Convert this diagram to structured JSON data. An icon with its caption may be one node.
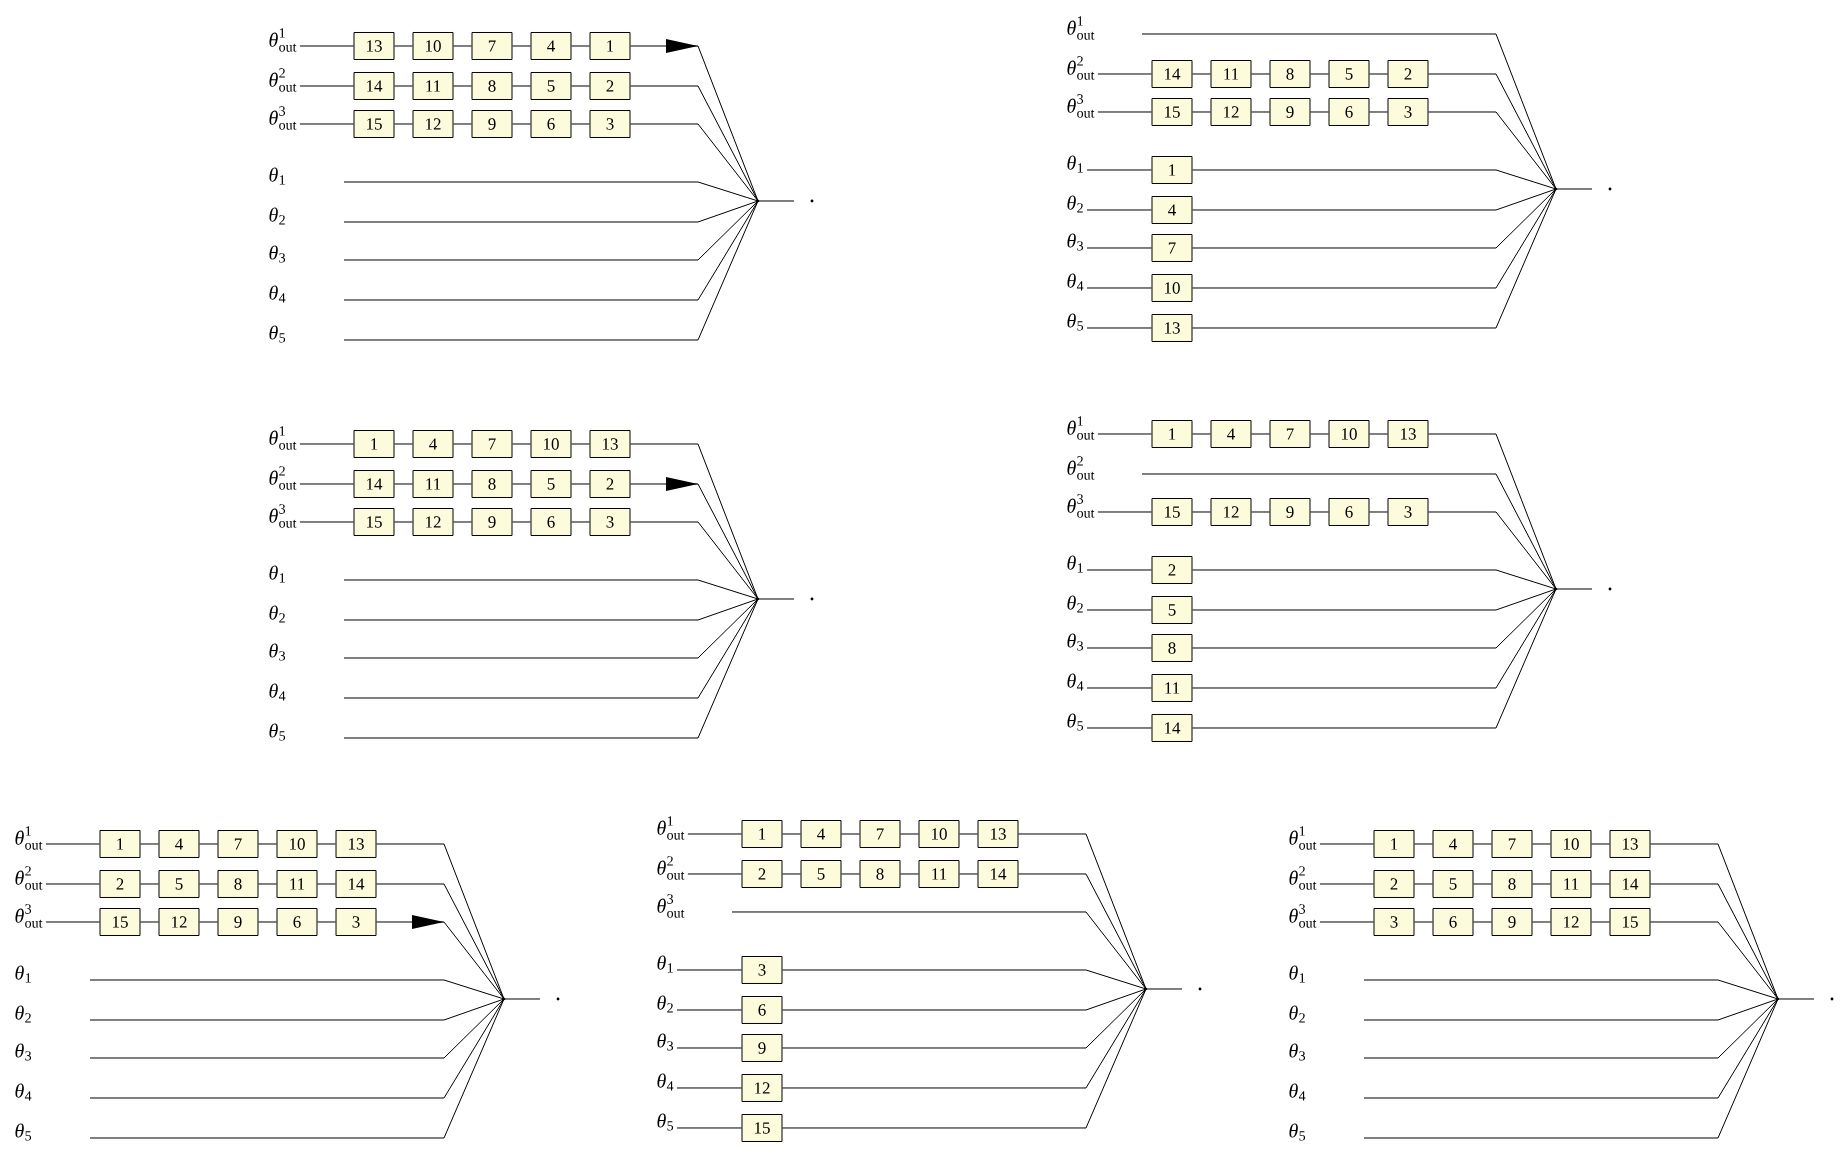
{
  "diagram": {
    "nodes": [
      {
        "text": [
          "\\theta^{1}_{\\mathrm{out}}"
        ]
      },
      {
        "text": [
          "13"
        ]
      },
      {
        "text": [
          "10"
        ]
      },
      {
        "text": [
          "7"
        ]
      },
      {
        "text": [
          "4"
        ]
      },
      {
        "text": [
          "1"
        ]
      },
      {
        "text": [
          "\\theta^{2}_{\\mathrm{out}}"
        ]
      },
      {
        "text": [
          "14"
        ]
      },
      {
        "text": [
          "11"
        ]
      },
      {
        "text": [
          "8"
        ]
      },
      {
        "text": [
          "5"
        ]
      },
      {
        "text": [
          "2"
        ]
      },
      {
        "text": [
          "\\theta^{3}_{\\mathrm{out}}"
        ]
      },
      {
        "text": [
          "15"
        ]
      },
      {
        "text": [
          "12"
        ]
      },
      {
        "text": [
          "9"
        ]
      },
      {
        "text": [
          "6"
        ]
      },
      {
        "text": [
          "3"
        ]
      },
      {
        "text": [
          "\\theta_{1}"
        ]
      },
      {
        "text": [
          "\\theta_{2}"
        ]
      },
      {
        "text": [
          "\\theta_{3}"
        ]
      },
      {
        "text": [
          "\\theta_{4}"
        ]
      },
      {
        "text": [
          "\\theta_{5}"
        ]
      },
      {
        "text": [],
        "shape": "point"
      },
      {
        "text": [
          "\\theta^{1}_{\\mathrm{out}}"
        ]
      },
      {
        "text": [
          "\\theta^{2}_{\\mathrm{out}}"
        ]
      },
      {
        "text": [
          "14"
        ]
      },
      {
        "text": [
          "11"
        ]
      },
      {
        "text": [
          "8"
        ]
      },
      {
        "text": [
          "5"
        ]
      },
      {
        "text": [
          "2"
        ]
      },
      {
        "text": [
          "\\theta^{3}_{\\mathrm{out}}"
        ]
      },
      {
        "text": [
          "15"
        ]
      },
      {
        "text": [
          "12"
        ]
      },
      {
        "text": [
          "9"
        ]
      },
      {
        "text": [
          "6"
        ]
      },
      {
        "text": [
          "3"
        ]
      },
      {
        "text": [
          "\\theta_{1}"
        ]
      },
      {
        "text": [
          "1"
        ]
      },
      {
        "text": [
          "\\theta_{2}"
        ]
      },
      {
        "text": [
          "4"
        ]
      },
      {
        "text": [
          "\\theta_{3}"
        ]
      },
      {
        "text": [
          "7"
        ]
      },
      {
        "text": [
          "\\theta_{4}"
        ]
      },
      {
        "text": [
          "10"
        ]
      },
      {
        "text": [
          "\\theta_{5}"
        ]
      },
      {
        "text": [
          "13"
        ]
      },
      {
        "text": [],
        "shape": "point"
      },
      {
        "text": [
          "\\theta^{1}_{\\mathrm{out}}"
        ]
      },
      {
        "text": [
          "1"
        ]
      },
      {
        "text": [
          "4"
        ]
      },
      {
        "text": [
          "7"
        ]
      },
      {
        "text": [
          "10"
        ]
      },
      {
        "text": [
          "13"
        ]
      },
      {
        "text": [
          "\\theta^{2}_{\\mathrm{out}}"
        ]
      },
      {
        "text": [
          "14"
        ]
      },
      {
        "text": [
          "11"
        ]
      },
      {
        "text": [
          "8"
        ]
      },
      {
        "text": [
          "5"
        ]
      },
      {
        "text": [
          "2"
        ]
      },
      {
        "text": [
          "\\theta^{3}_{\\mathrm{out}}"
        ]
      },
      {
        "text": [
          "15"
        ]
      },
      {
        "text": [
          "12"
        ]
      },
      {
        "text": [
          "9"
        ]
      },
      {
        "text": [
          "6"
        ]
      },
      {
        "text": [
          "3"
        ]
      },
      {
        "text": [
          "\\theta_{1}"
        ]
      },
      {
        "text": [
          "\\theta_{2}"
        ]
      },
      {
        "text": [
          "\\theta_{3}"
        ]
      },
      {
        "text": [
          "\\theta_{4}"
        ]
      },
      {
        "text": [
          "\\theta_{5}"
        ]
      },
      {
        "text": [],
        "shape": "point"
      },
      {
        "text": [
          "\\theta^{1}_{\\mathrm{out}}"
        ]
      },
      {
        "text": [
          "1"
        ]
      },
      {
        "text": [
          "4"
        ]
      },
      {
        "text": [
          "7"
        ]
      },
      {
        "text": [
          "10"
        ]
      },
      {
        "text": [
          "13"
        ]
      },
      {
        "text": [
          "\\theta^{2}_{\\mathrm{out}}"
        ]
      },
      {
        "text": [
          "\\theta^{3}_{\\mathrm{out}}"
        ]
      },
      {
        "text": [
          "15"
        ]
      },
      {
        "text": [
          "12"
        ]
      },
      {
        "text": [
          "9"
        ]
      },
      {
        "text": [
          "6"
        ]
      },
      {
        "text": [
          "3"
        ]
      },
      {
        "text": [
          "\\theta_{1}"
        ]
      },
      {
        "text": [
          "2"
        ]
      },
      {
        "text": [
          "\\theta_{2}"
        ]
      },
      {
        "text": [
          "5"
        ]
      },
      {
        "text": [
          "\\theta_{3}"
        ]
      },
      {
        "text": [
          "8"
        ]
      },
      {
        "text": [
          "\\theta_{4}"
        ]
      },
      {
        "text": [
          "11"
        ]
      },
      {
        "text": [
          "\\theta_{5}"
        ]
      },
      {
        "text": [
          "14"
        ]
      },
      {
        "text": [],
        "shape": "point"
      },
      {
        "text": [
          "\\theta^{1}_{\\mathrm{out}}"
        ]
      },
      {
        "text": [
          "1"
        ]
      },
      {
        "text": [
          "4"
        ]
      },
      {
        "text": [
          "7"
        ]
      },
      {
        "text": [
          "10"
        ]
      },
      {
        "text": [
          "13"
        ]
      },
      {
        "text": [
          "\\theta^{2}_{\\mathrm{out}}"
        ]
      },
      {
        "text": [
          "2"
        ]
      },
      {
        "text": [
          "5"
        ]
      },
      {
        "text": [
          "8"
        ]
      },
      {
        "text": [
          "11"
        ]
      },
      {
        "text": [
          "14"
        ]
      },
      {
        "text": [
          "\\theta^{3}_{\\mathrm{out}}"
        ]
      },
      {
        "text": [
          "15"
        ]
      },
      {
        "text": [
          "12"
        ]
      },
      {
        "text": [
          "9"
        ]
      },
      {
        "text": [
          "6"
        ]
      },
      {
        "text": [
          "3"
        ]
      },
      {
        "text": [
          "\\theta_{1}"
        ]
      },
      {
        "text": [
          "\\theta_{2}"
        ]
      },
      {
        "text": [
          "\\theta_{3}"
        ]
      },
      {
        "text": [
          "\\theta_{4}"
        ]
      },
      {
        "text": [
          "\\theta_{5}"
        ]
      },
      {
        "text": [],
        "shape": "point"
      },
      {
        "text": [
          "\\theta^{1}_{\\mathrm{out}}"
        ]
      },
      {
        "text": [
          "1"
        ]
      },
      {
        "text": [
          "4"
        ]
      },
      {
        "text": [
          "7"
        ]
      },
      {
        "text": [
          "10"
        ]
      },
      {
        "text": [
          "13"
        ]
      },
      {
        "text": [
          "\\theta^{2}_{\\mathrm{out}}"
        ]
      },
      {
        "text": [
          "2"
        ]
      },
      {
        "text": [
          "5"
        ]
      },
      {
        "text": [
          "8"
        ]
      },
      {
        "text": [
          "11"
        ]
      },
      {
        "text": [
          "14"
        ]
      },
      {
        "text": [
          "\\theta^{3}_{\\mathrm{out}}"
        ]
      },
      {
        "text": [
          "\\theta_{1}"
        ]
      },
      {
        "text": [
          "3"
        ]
      },
      {
        "text": [
          "\\theta_{2}"
        ]
      },
      {
        "text": [
          "6"
        ]
      },
      {
        "text": [
          "\\theta_{3}"
        ]
      },
      {
        "text": [
          "9"
        ]
      },
      {
        "text": [
          "\\theta_{4}"
        ]
      },
      {
        "text": [
          "12"
        ]
      },
      {
        "text": [
          "\\theta_{5}"
        ]
      },
      {
        "text": [
          "15"
        ]
      },
      {
        "text": [],
        "shape": "point"
      },
      {
        "text": [
          "\\theta^{1}_{\\mathrm{out}}"
        ]
      },
      {
        "text": [
          "1"
        ]
      },
      {
        "text": [
          "4"
        ]
      },
      {
        "text": [
          "7"
        ]
      },
      {
        "text": [
          "10"
        ]
      },
      {
        "text": [
          "13"
        ]
      },
      {
        "text": [
          "\\theta^{2}_{\\mathrm{out}}"
        ]
      },
      {
        "text": [
          "2"
        ]
      },
      {
        "text": [
          "5"
        ]
      },
      {
        "text": [
          "8"
        ]
      },
      {
        "text": [
          "11"
        ]
      },
      {
        "text": [
          "14"
        ]
      },
      {
        "text": [
          "\\theta^{3}_{\\mathrm{out}}"
        ]
      },
      {
        "text": [
          "3"
        ]
      },
      {
        "text": [
          "6"
        ]
      },
      {
        "text": [
          "9"
        ]
      },
      {
        "text": [
          "12"
        ]
      },
      {
        "text": [
          "15"
        ]
      },
      {
        "text": [
          "\\theta_{1}"
        ]
      },
      {
        "text": [
          "\\theta_{2}"
        ]
      },
      {
        "text": [
          "\\theta_{3}"
        ]
      },
      {
        "text": [
          "\\theta_{4}"
        ]
      },
      {
        "text": [
          "\\theta_{5}"
        ]
      },
      {
        "text": [],
        "shape": "point"
      }
    ],
    "edges": [
      {
        "from": 0,
        "to": 1,
        "arrow": "none"
      },
      {
        "from": 1,
        "to": 2,
        "arrow": "none"
      },
      {
        "from": 2,
        "to": 3,
        "arrow": "none"
      },
      {
        "from": 3,
        "to": 4,
        "arrow": "none"
      },
      {
        "from": 4,
        "to": 5,
        "arrow": "none"
      },
      {
        "from": 5,
        "to": 23,
        "arrow": "to"
      },
      {
        "from": 6,
        "to": 7,
        "arrow": "none"
      },
      {
        "from": 7,
        "to": 8,
        "arrow": "none"
      },
      {
        "from": 8,
        "to": 9,
        "arrow": "none"
      },
      {
        "from": 9,
        "to": 10,
        "arrow": "none"
      },
      {
        "from": 10,
        "to": 11,
        "arrow": "none"
      },
      {
        "from": 11,
        "to": 23,
        "arrow": "none"
      },
      {
        "from": 12,
        "to": 13,
        "arrow": "none"
      },
      {
        "from": 13,
        "to": 14,
        "arrow": "none"
      },
      {
        "from": 14,
        "to": 15,
        "arrow": "none"
      },
      {
        "from": 15,
        "to": 16,
        "arrow": "none"
      },
      {
        "from": 16,
        "to": 17,
        "arrow": "none"
      },
      {
        "from": 17,
        "to": 23,
        "arrow": "none"
      },
      {
        "from": 18,
        "to": 23,
        "arrow": "none"
      },
      {
        "from": 19,
        "to": 23,
        "arrow": "none"
      },
      {
        "from": 20,
        "to": 23,
        "arrow": "none"
      },
      {
        "from": 21,
        "to": 23,
        "arrow": "none"
      },
      {
        "from": 22,
        "to": 23,
        "arrow": "none"
      },
      {
        "from": 23,
        "to": null,
        "arrow": "none"
      },
      {
        "from": 24,
        "to": 47,
        "arrow": "none"
      },
      {
        "from": 25,
        "to": 26,
        "arrow": "none"
      },
      {
        "from": 26,
        "to": 27,
        "arrow": "none"
      },
      {
        "from": 27,
        "to": 28,
        "arrow": "none"
      },
      {
        "from": 28,
        "to": 29,
        "arrow": "none"
      },
      {
        "from": 29,
        "to": 30,
        "arrow": "none"
      },
      {
        "from": 30,
        "to": 47,
        "arrow": "none"
      },
      {
        "from": 31,
        "to": 32,
        "arrow": "none"
      },
      {
        "from": 32,
        "to": 33,
        "arrow": "none"
      },
      {
        "from": 33,
        "to": 34,
        "arrow": "none"
      },
      {
        "from": 34,
        "to": 35,
        "arrow": "none"
      },
      {
        "from": 35,
        "to": 36,
        "arrow": "none"
      },
      {
        "from": 36,
        "to": 47,
        "arrow": "none"
      },
      {
        "from": 37,
        "to": 38,
        "arrow": "none"
      },
      {
        "from": 38,
        "to": 47,
        "arrow": "none"
      },
      {
        "from": 39,
        "to": 40,
        "arrow": "none"
      },
      {
        "from": 40,
        "to": 47,
        "arrow": "none"
      },
      {
        "from": 41,
        "to": 42,
        "arrow": "none"
      },
      {
        "from": 42,
        "to": 47,
        "arrow": "none"
      },
      {
        "from": 43,
        "to": 44,
        "arrow": "none"
      },
      {
        "from": 44,
        "to": 47,
        "arrow": "none"
      },
      {
        "from": 45,
        "to": 46,
        "arrow": "none"
      },
      {
        "from": 46,
        "to": 47,
        "arrow": "none"
      },
      {
        "from": 47,
        "to": null,
        "arrow": "none"
      },
      {
        "from": 48,
        "to": 49,
        "arrow": "none"
      },
      {
        "from": 49,
        "to": 50,
        "arrow": "none"
      },
      {
        "from": 50,
        "to": 51,
        "arrow": "none"
      },
      {
        "from": 51,
        "to": 52,
        "arrow": "none"
      },
      {
        "from": 52,
        "to": 53,
        "arrow": "none"
      },
      {
        "from": 53,
        "to": 71,
        "arrow": "none"
      },
      {
        "from": 54,
        "to": 55,
        "arrow": "none"
      },
      {
        "from": 55,
        "to": 56,
        "arrow": "none"
      },
      {
        "from": 56,
        "to": 57,
        "arrow": "none"
      },
      {
        "from": 57,
        "to": 58,
        "arrow": "none"
      },
      {
        "from": 58,
        "to": 59,
        "arrow": "none"
      },
      {
        "from": 59,
        "to": 71,
        "arrow": "to"
      },
      {
        "from": 60,
        "to": 61,
        "arrow": "none"
      },
      {
        "from": 61,
        "to": 62,
        "arrow": "none"
      },
      {
        "from": 62,
        "to": 63,
        "arrow": "none"
      },
      {
        "from": 63,
        "to": 64,
        "arrow": "none"
      },
      {
        "from": 64,
        "to": 65,
        "arrow": "none"
      },
      {
        "from": 65,
        "to": 71,
        "arrow": "none"
      },
      {
        "from": 66,
        "to": 71,
        "arrow": "none"
      },
      {
        "from": 67,
        "to": 71,
        "arrow": "none"
      },
      {
        "from": 68,
        "to": 71,
        "arrow": "none"
      },
      {
        "from": 69,
        "to": 71,
        "arrow": "none"
      },
      {
        "from": 70,
        "to": 71,
        "arrow": "none"
      },
      {
        "from": 71,
        "to": null,
        "arrow": "none"
      },
      {
        "from": 72,
        "to": 73,
        "arrow": "none"
      },
      {
        "from": 73,
        "to": 74,
        "arrow": "none"
      },
      {
        "from": 74,
        "to": 75,
        "arrow": "none"
      },
      {
        "from": 75,
        "to": 76,
        "arrow": "none"
      },
      {
        "from": 76,
        "to": 77,
        "arrow": "none"
      },
      {
        "from": 77,
        "to": 95,
        "arrow": "none"
      },
      {
        "from": 78,
        "to": 95,
        "arrow": "none"
      },
      {
        "from": 79,
        "to": 80,
        "arrow": "none"
      },
      {
        "from": 80,
        "to": 81,
        "arrow": "none"
      },
      {
        "from": 81,
        "to": 82,
        "arrow": "none"
      },
      {
        "from": 82,
        "to": 83,
        "arrow": "none"
      },
      {
        "from": 83,
        "to": 84,
        "arrow": "none"
      },
      {
        "from": 84,
        "to": 95,
        "arrow": "none"
      },
      {
        "from": 85,
        "to": 86,
        "arrow": "none"
      },
      {
        "from": 86,
        "to": 95,
        "arrow": "none"
      },
      {
        "from": 87,
        "to": 88,
        "arrow": "none"
      },
      {
        "from": 88,
        "to": 95,
        "arrow": "none"
      },
      {
        "from": 89,
        "to": 90,
        "arrow": "none"
      },
      {
        "from": 90,
        "to": 95,
        "arrow": "none"
      },
      {
        "from": 91,
        "to": 92,
        "arrow": "none"
      },
      {
        "from": 92,
        "to": 95,
        "arrow": "none"
      },
      {
        "from": 93,
        "to": 94,
        "arrow": "none"
      },
      {
        "from": 94,
        "to": 95,
        "arrow": "none"
      },
      {
        "from": 95,
        "to": null,
        "arrow": "none"
      },
      {
        "from": 96,
        "to": 97,
        "arrow": "none"
      },
      {
        "from": 97,
        "to": 98,
        "arrow": "none"
      },
      {
        "from": 98,
        "to": 99,
        "arrow": "none"
      },
      {
        "from": 99,
        "to": 100,
        "arrow": "none"
      },
      {
        "from": 100,
        "to": 101,
        "arrow": "none"
      },
      {
        "from": 101,
        "to": 119,
        "arrow": "none"
      },
      {
        "from": 102,
        "to": 103,
        "arrow": "none"
      },
      {
        "from": 103,
        "to": 104,
        "arrow": "none"
      },
      {
        "from": 104,
        "to": 105,
        "arrow": "none"
      },
      {
        "from": 105,
        "to": 106,
        "arrow": "none"
      },
      {
        "from": 106,
        "to": 107,
        "arrow": "none"
      },
      {
        "from": 107,
        "to": 119,
        "arrow": "none"
      },
      {
        "from": 108,
        "to": 109,
        "arrow": "none"
      },
      {
        "from": 109,
        "to": 110,
        "arrow": "none"
      },
      {
        "from": 110,
        "to": 111,
        "arrow": "none"
      },
      {
        "from": 111,
        "to": 112,
        "arrow": "none"
      },
      {
        "from": 112,
        "to": 113,
        "arrow": "none"
      },
      {
        "from": 113,
        "to": 119,
        "arrow": "to"
      },
      {
        "from": 114,
        "to": 119,
        "arrow": "none"
      },
      {
        "from": 115,
        "to": 119,
        "arrow": "none"
      },
      {
        "from": 116,
        "to": 119,
        "arrow": "none"
      },
      {
        "from": 117,
        "to": 119,
        "arrow": "none"
      },
      {
        "from": 118,
        "to": 119,
        "arrow": "none"
      },
      {
        "from": 119,
        "to": null,
        "arrow": "none"
      },
      {
        "from": 120,
        "to": 121,
        "arrow": "none"
      },
      {
        "from": 121,
        "to": 122,
        "arrow": "none"
      },
      {
        "from": 122,
        "to": 123,
        "arrow": "none"
      },
      {
        "from": 123,
        "to": 124,
        "arrow": "none"
      },
      {
        "from": 124,
        "to": 125,
        "arrow": "none"
      },
      {
        "from": 125,
        "to": 143,
        "arrow": "none"
      },
      {
        "from": 126,
        "to": 127,
        "arrow": "none"
      },
      {
        "from": 127,
        "to": 128,
        "arrow": "none"
      },
      {
        "from": 128,
        "to": 129,
        "arrow": "none"
      },
      {
        "from": 129,
        "to": 130,
        "arrow": "none"
      },
      {
        "from": 130,
        "to": 131,
        "arrow": "none"
      },
      {
        "from": 131,
        "to": 143,
        "arrow": "none"
      },
      {
        "from": 132,
        "to": 143,
        "arrow": "none"
      },
      {
        "from": 133,
        "to": 134,
        "arrow": "none"
      },
      {
        "from": 134,
        "to": 143,
        "arrow": "none"
      },
      {
        "from": 135,
        "to": 136,
        "arrow": "none"
      },
      {
        "from": 136,
        "to": 143,
        "arrow": "none"
      },
      {
        "from": 137,
        "to": 138,
        "arrow": "none"
      },
      {
        "from": 138,
        "to": 143,
        "arrow": "none"
      },
      {
        "from": 139,
        "to": 140,
        "arrow": "none"
      },
      {
        "from": 140,
        "to": 143,
        "arrow": "none"
      },
      {
        "from": 141,
        "to": 142,
        "arrow": "none"
      },
      {
        "from": 142,
        "to": 143,
        "arrow": "none"
      },
      {
        "from": 143,
        "to": null,
        "arrow": "none"
      },
      {
        "from": 144,
        "to": 145,
        "arrow": "none"
      },
      {
        "from": 145,
        "to": 146,
        "arrow": "none"
      },
      {
        "from": 146,
        "to": 147,
        "arrow": "none"
      },
      {
        "from": 147,
        "to": 148,
        "arrow": "none"
      },
      {
        "from": 148,
        "to": 149,
        "arrow": "none"
      },
      {
        "from": 149,
        "to": 167,
        "arrow": "none"
      },
      {
        "from": 150,
        "to": 151,
        "arrow": "none"
      },
      {
        "from": 151,
        "to": 152,
        "arrow": "none"
      },
      {
        "from": 152,
        "to": 153,
        "arrow": "none"
      },
      {
        "from": 153,
        "to": 154,
        "arrow": "none"
      },
      {
        "from": 154,
        "to": 155,
        "arrow": "none"
      },
      {
        "from": 155,
        "to": 167,
        "arrow": "none"
      },
      {
        "from": 156,
        "to": 157,
        "arrow": "none"
      },
      {
        "from": 157,
        "to": 158,
        "arrow": "none"
      },
      {
        "from": 158,
        "to": 159,
        "arrow": "none"
      },
      {
        "from": 159,
        "to": 160,
        "arrow": "none"
      },
      {
        "from": 160,
        "to": 161,
        "arrow": "none"
      },
      {
        "from": 161,
        "to": 167,
        "arrow": "none"
      },
      {
        "from": 162,
        "to": 167,
        "arrow": "none"
      },
      {
        "from": 163,
        "to": 167,
        "arrow": "none"
      },
      {
        "from": 164,
        "to": 167,
        "arrow": "none"
      },
      {
        "from": 165,
        "to": 167,
        "arrow": "none"
      },
      {
        "from": 166,
        "to": 167,
        "arrow": "none"
      },
      {
        "from": 167,
        "to": null,
        "arrow": "none"
      }
    ]
  }
}
